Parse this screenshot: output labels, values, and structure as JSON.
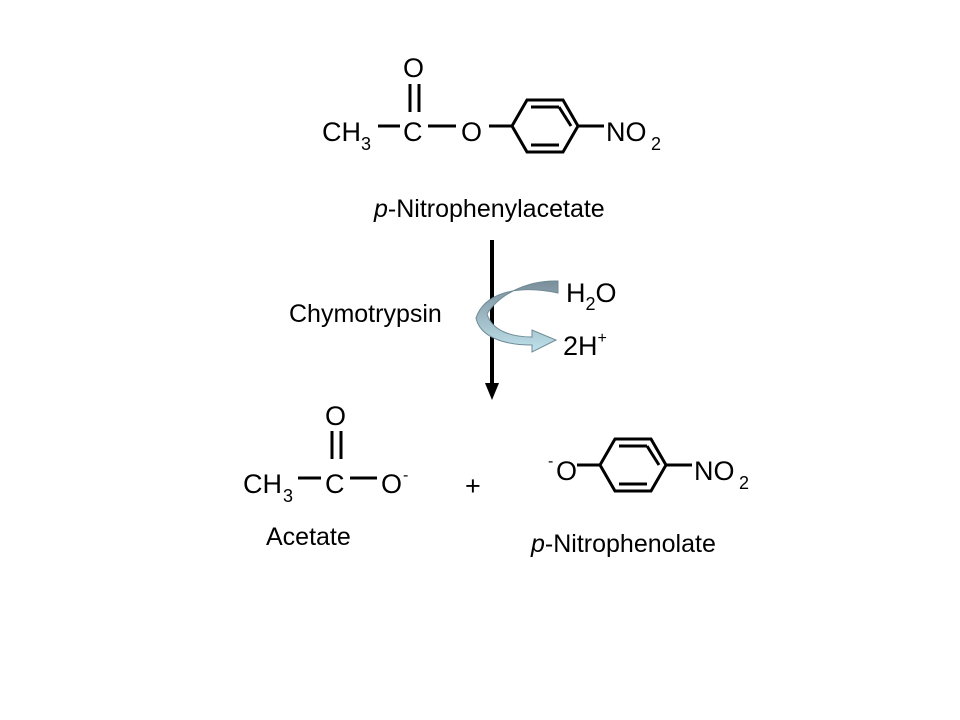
{
  "reactant": {
    "o_dbl": "O",
    "ch": "CH",
    "ch_sub": "3",
    "c": "C",
    "o_ester": "O",
    "no": "NO",
    "no_sub": "2",
    "name_prefix": "p",
    "name_rest": "-Nitrophenylacetate"
  },
  "conditions": {
    "enzyme": "Chymotrypsin",
    "water": "H",
    "water_sub": "2",
    "water_o": "O",
    "protons": "2H",
    "protons_sup": "+"
  },
  "acetate": {
    "o_dbl": "O",
    "ch": "CH",
    "ch_sub": "3",
    "c": "C",
    "o_minus": "O",
    "minus": "-",
    "name": "Acetate"
  },
  "plus": "+",
  "phenolate": {
    "minus": "-",
    "o": "O",
    "no": "NO",
    "no_sub": "2",
    "name_prefix": "p",
    "name_rest": "-Nitrophenolate"
  },
  "colors": {
    "curved_arrow_top": "#7a8d9a",
    "curved_arrow_bottom": "#bfe3ec"
  }
}
